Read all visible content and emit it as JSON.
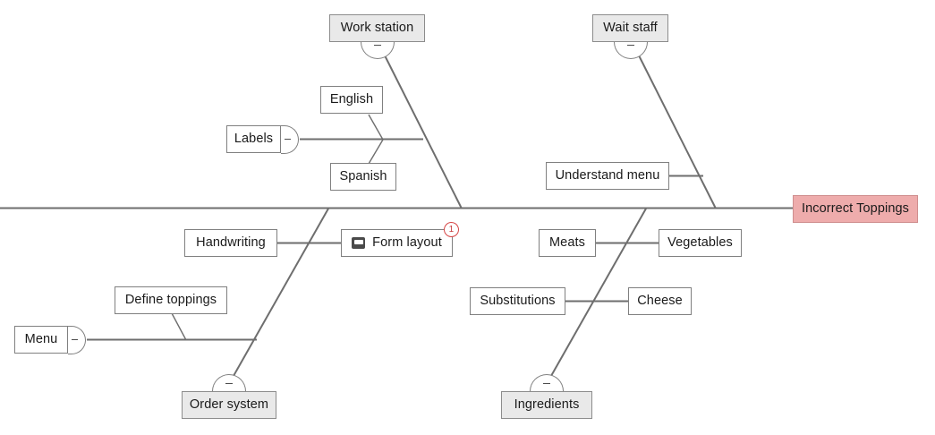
{
  "diagram": {
    "type": "fishbone",
    "title": "Incorrect Toppings fishbone diagram",
    "colors": {
      "spine": "#6e6e6e",
      "bone": "#6e6e6e",
      "box_border": "#808080",
      "box_fill": "#ffffff",
      "category_fill": "#e9e9e9",
      "effect_fill": "#eeacac",
      "effect_border": "#cf8e8e",
      "badge": "#d64545",
      "text": "#1a1a1a"
    },
    "effect": {
      "label": "Incorrect Toppings"
    },
    "categories": [
      {
        "id": "work-station",
        "label": "Work station",
        "position": "top-left",
        "collapsible": true
      },
      {
        "id": "wait-staff",
        "label": "Wait staff",
        "position": "top-right",
        "collapsible": true
      },
      {
        "id": "order-system",
        "label": "Order system",
        "position": "bottom-left",
        "collapsible": true
      },
      {
        "id": "ingredients",
        "label": "Ingredients",
        "position": "bottom-right",
        "collapsible": true
      }
    ],
    "causes": [
      {
        "id": "labels",
        "label": "Labels",
        "parent": "work-station",
        "collapsible": true,
        "handle": "right"
      },
      {
        "id": "english",
        "label": "English",
        "parent": "labels"
      },
      {
        "id": "spanish",
        "label": "Spanish",
        "parent": "labels"
      },
      {
        "id": "understand-menu",
        "label": "Understand menu",
        "parent": "wait-staff"
      },
      {
        "id": "handwriting",
        "label": "Handwriting",
        "parent": "form-layout"
      },
      {
        "id": "form-layout",
        "label": "Form layout",
        "parent": "order-system",
        "icon": "note-icon",
        "badge": "1"
      },
      {
        "id": "menu",
        "label": "Menu",
        "parent": "order-system",
        "collapsible": true,
        "handle": "right"
      },
      {
        "id": "define-toppings",
        "label": "Define toppings",
        "parent": "menu"
      },
      {
        "id": "meats",
        "label": "Meats",
        "parent": "vegetables"
      },
      {
        "id": "vegetables",
        "label": "Vegetables",
        "parent": "ingredients"
      },
      {
        "id": "substitutions",
        "label": "Substitutions",
        "parent": "cheese"
      },
      {
        "id": "cheese",
        "label": "Cheese",
        "parent": "ingredients"
      }
    ]
  }
}
